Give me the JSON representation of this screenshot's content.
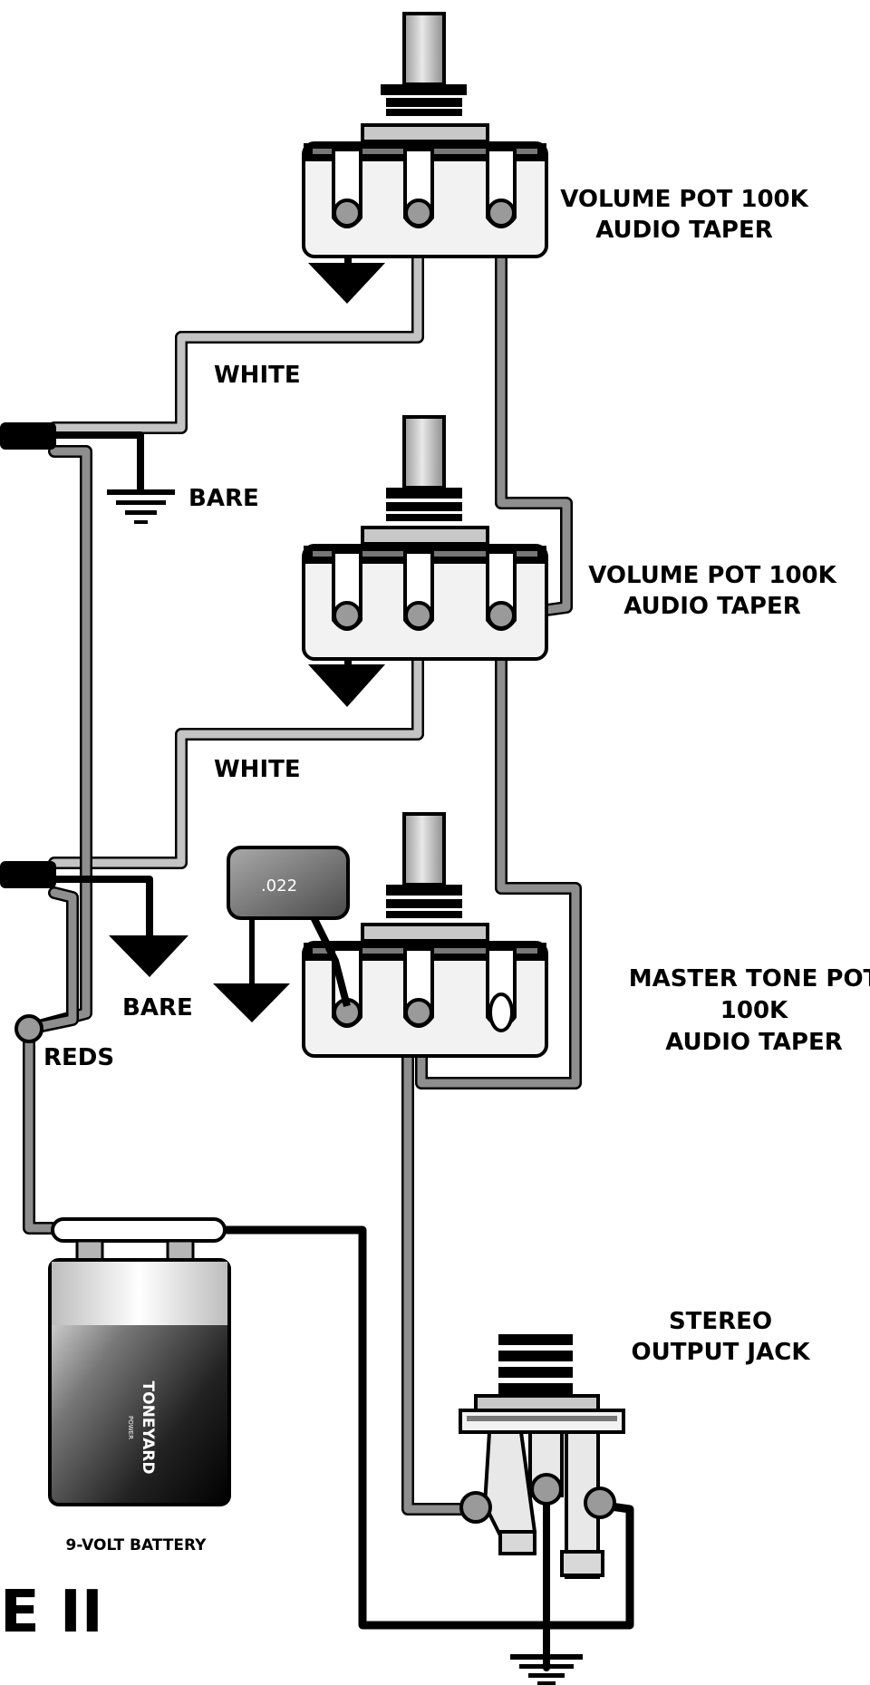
{
  "labels": {
    "pot1_line1": "VOLUME POT 100K",
    "pot1_line2": "AUDIO TAPER",
    "pot2_line1": "VOLUME POT 100K",
    "pot2_line2": "AUDIO TAPER",
    "tone_line1": "MASTER TONE POT",
    "tone_line2": "100K",
    "tone_line3": "AUDIO TAPER",
    "jack_line1": "STEREO",
    "jack_line2": "OUTPUT JACK",
    "white_1": "WHITE",
    "white_2": "WHITE",
    "bare_1": "BARE",
    "bare_2": "BARE",
    "reds": "REDS",
    "capacitor": ".022",
    "battery_brand": "TONEYARD",
    "battery_sub": "POWER",
    "battery_caption": "9-VOLT BATTERY",
    "figure_partial": "E II"
  },
  "colors": {
    "wire_white": "#c4c4c4",
    "wire_red": "#8e8e8e",
    "wire_black": "#000000",
    "pot_body": "#f2f2f2"
  }
}
